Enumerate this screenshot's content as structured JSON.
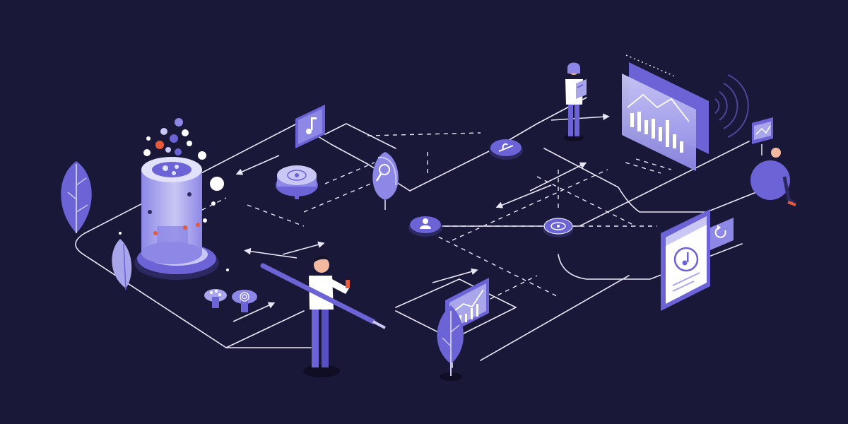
{
  "palette": {
    "background": "#1a1838",
    "line": "#e9e8f6",
    "accent": "#6c63d6",
    "accent_light": "#a9a6ec",
    "accent_pale": "#c9c7f4",
    "dark_shape": "#2b2960",
    "orange": "#e65a3a",
    "white": "#ffffff",
    "skin": "#f2b8a0",
    "hair": "#14132a"
  },
  "scene": {
    "style": "isometric flat illustration",
    "elements": [
      "database-cylinder",
      "music-tile",
      "robot-vacuum",
      "magnifier-lamp",
      "user-node",
      "plant-node",
      "bar-chart-screen",
      "line-chart-screen",
      "music-player-card",
      "refresh-tile",
      "speaker-pods",
      "standing-woman-with-tablet",
      "man-holding-pen",
      "seated-person",
      "radar-signal"
    ]
  }
}
